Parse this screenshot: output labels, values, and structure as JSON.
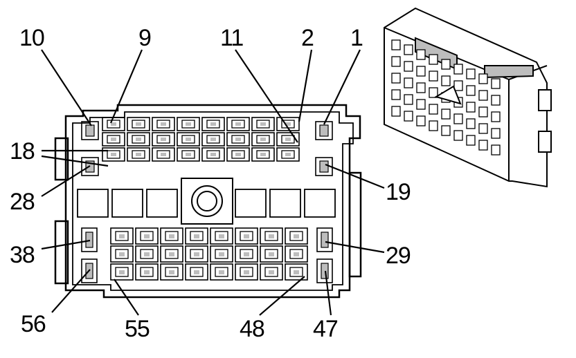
{
  "figure": {
    "colors": {
      "ink": "#000000",
      "paper": "#ffffff",
      "shade": "#bdbdbd"
    },
    "callouts": [
      {
        "id": "10",
        "text": "10"
      },
      {
        "id": "9",
        "text": "9"
      },
      {
        "id": "11",
        "text": "11"
      },
      {
        "id": "2",
        "text": "2"
      },
      {
        "id": "1",
        "text": "1"
      },
      {
        "id": "18",
        "text": "18"
      },
      {
        "id": "19",
        "text": "19"
      },
      {
        "id": "28",
        "text": "28"
      },
      {
        "id": "38",
        "text": "38"
      },
      {
        "id": "29",
        "text": "29"
      },
      {
        "id": "56",
        "text": "56"
      },
      {
        "id": "55",
        "text": "55"
      },
      {
        "id": "48",
        "text": "48"
      },
      {
        "id": "47",
        "text": "47"
      }
    ]
  }
}
